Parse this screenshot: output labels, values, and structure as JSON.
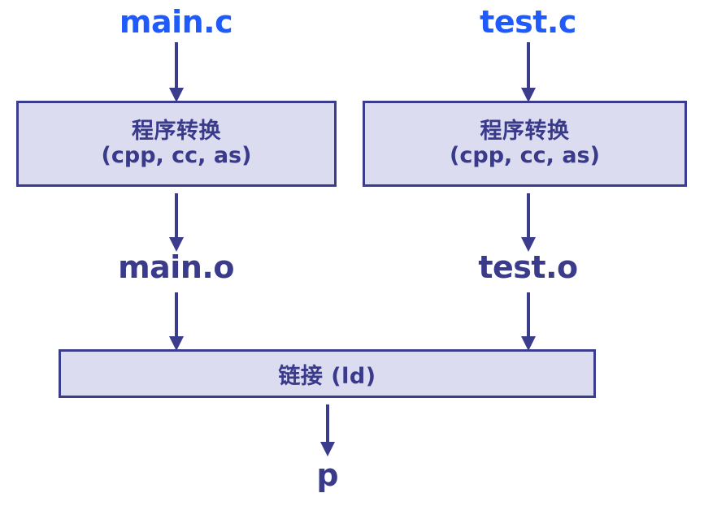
{
  "diagram": {
    "title_present": false,
    "background_color": "#ffffff",
    "box_fill_color": "#dcdcf0",
    "box_border_color": "#3c3c8c",
    "source_label_color": "#1f5bfb",
    "object_label_color": "#3b3b8c",
    "arrow_color": "#3c3c8c"
  },
  "columns": {
    "left": {
      "source_label": "main.c",
      "process_box": {
        "line1": "程序转换",
        "line2": "(cpp, cc, as)"
      },
      "object_label": "main.o"
    },
    "right": {
      "source_label": "test.c",
      "process_box": {
        "line1": "程序转换",
        "line2": "(cpp, cc, as)"
      },
      "object_label": "test.o"
    }
  },
  "link_stage": {
    "box_label": "链接 (ld)",
    "output_label": "p"
  },
  "arrows": [
    {
      "name": "main-c-to-process",
      "from": "main.c",
      "to": "程序转换 (cpp, cc, as)"
    },
    {
      "name": "test-c-to-process",
      "from": "test.c",
      "to": "程序转换 (cpp, cc, as)"
    },
    {
      "name": "process-to-main-o",
      "from": "程序转换 (cpp, cc, as)",
      "to": "main.o"
    },
    {
      "name": "process-to-test-o",
      "from": "程序转换 (cpp, cc, as)",
      "to": "test.o"
    },
    {
      "name": "main-o-to-link",
      "from": "main.o",
      "to": "链接 (ld)"
    },
    {
      "name": "test-o-to-link",
      "from": "test.o",
      "to": "链接 (ld)"
    },
    {
      "name": "link-to-output",
      "from": "链接 (ld)",
      "to": "p"
    }
  ]
}
